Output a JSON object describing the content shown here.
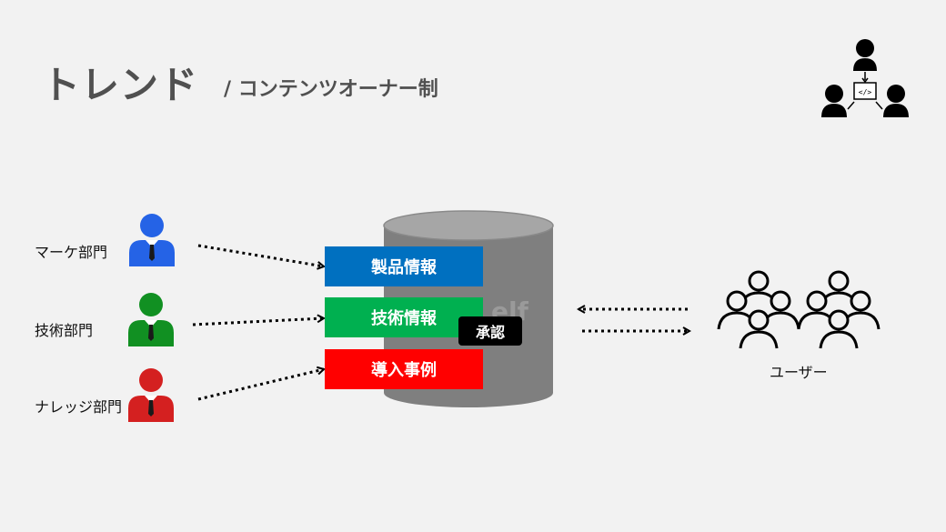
{
  "title": "トレンド",
  "subtitle": "/ コンテンツオーナー制",
  "departments": [
    {
      "label": "マーケ部門",
      "color": "#2563e6"
    },
    {
      "label": "技術部門",
      "color": "#119022"
    },
    {
      "label": "ナレッジ部門",
      "color": "#d42020"
    }
  ],
  "content_boxes": [
    {
      "label": "製品情報",
      "color": "#0070c0"
    },
    {
      "label": "技術情報",
      "color": "#00b050"
    },
    {
      "label": "導入事例",
      "color": "#ff0000"
    }
  ],
  "database_watermark": "elf",
  "approval_badge": "承認",
  "users_label": "ユーザー",
  "icons": {
    "top_right": "developer-network-icon",
    "users": "user-group-icon",
    "person": "person-icon",
    "database": "database-cylinder-icon"
  }
}
